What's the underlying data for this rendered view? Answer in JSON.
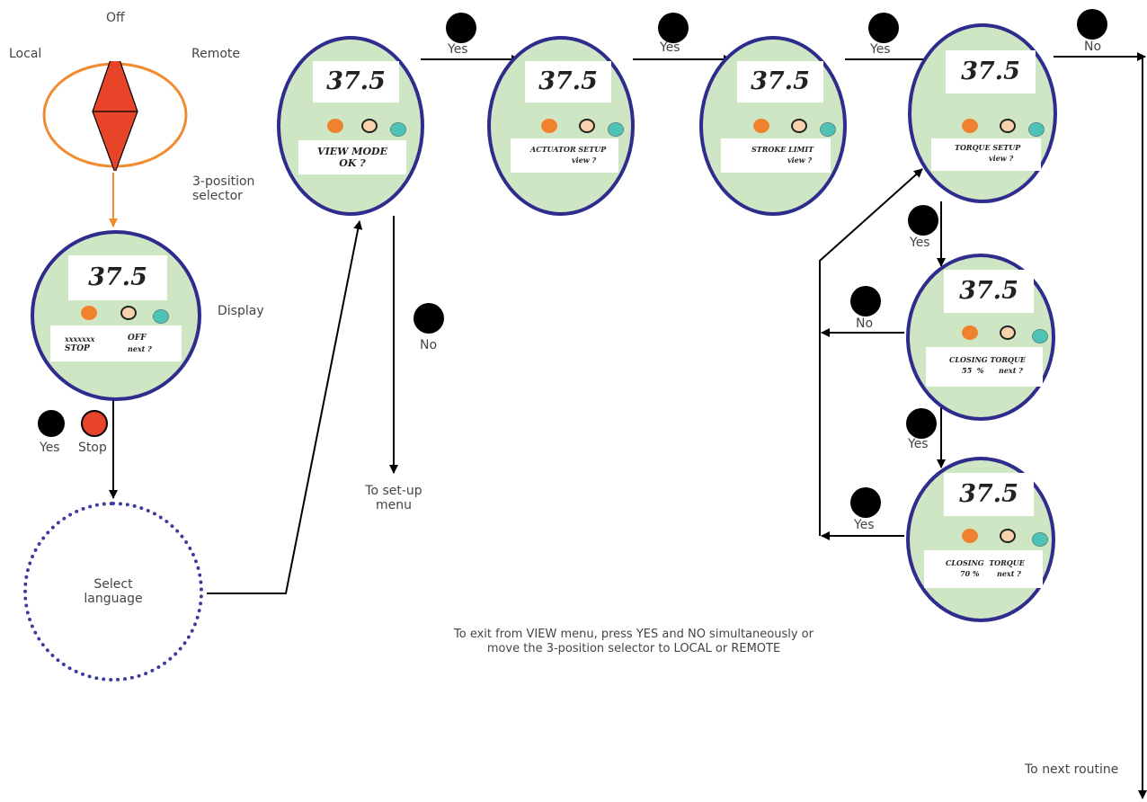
{
  "selector": {
    "off": "Off",
    "local": "Local",
    "remote": "Remote",
    "caption": "3-position\nselector"
  },
  "display_caption": "Display",
  "button_labels": {
    "yes": "Yes",
    "no": "No",
    "stop": "Stop"
  },
  "select_language": "Select\nlanguage",
  "to_setup": "To set-up\nmenu",
  "to_next": "To next routine",
  "exit_note": "To exit from VIEW menu, press YES and NO simultaneously or\nmove the 3-position selector to LOCAL or REMOTE",
  "screens": {
    "s0": {
      "value": "37.5",
      "line1a": "xxxxxxx",
      "line1b": "OFF",
      "line2a": "STOP",
      "line2b": "next ?"
    },
    "s1": {
      "value": "37.5",
      "line1": "VIEW  MODE",
      "line2": "OK ?"
    },
    "s2": {
      "value": "37.5",
      "line1": "ACTUATOR SETUP",
      "line2": "view ?"
    },
    "s3": {
      "value": "37.5",
      "line1": "STROKE LIMIT",
      "line2": "view ?"
    },
    "s4": {
      "value": "37.5",
      "line1": "TORQUE SETUP",
      "line2": "view  ?"
    },
    "s5": {
      "value": "37.5",
      "line1": "CLOSING TORQUE",
      "line2": "55  %      next ?"
    },
    "s6": {
      "value": "37.5",
      "line1": "CLOSING  TORQUE",
      "line2": "70 %       next ?"
    }
  },
  "colors": {
    "screen_border": "#2e2c8c",
    "screen_fill": "#cfe6c4",
    "selector_ring": "#f28a2e",
    "selector_needle": "#e8442a",
    "stop_button": "#e8442a",
    "dotted_circle": "#3b3aa0"
  }
}
